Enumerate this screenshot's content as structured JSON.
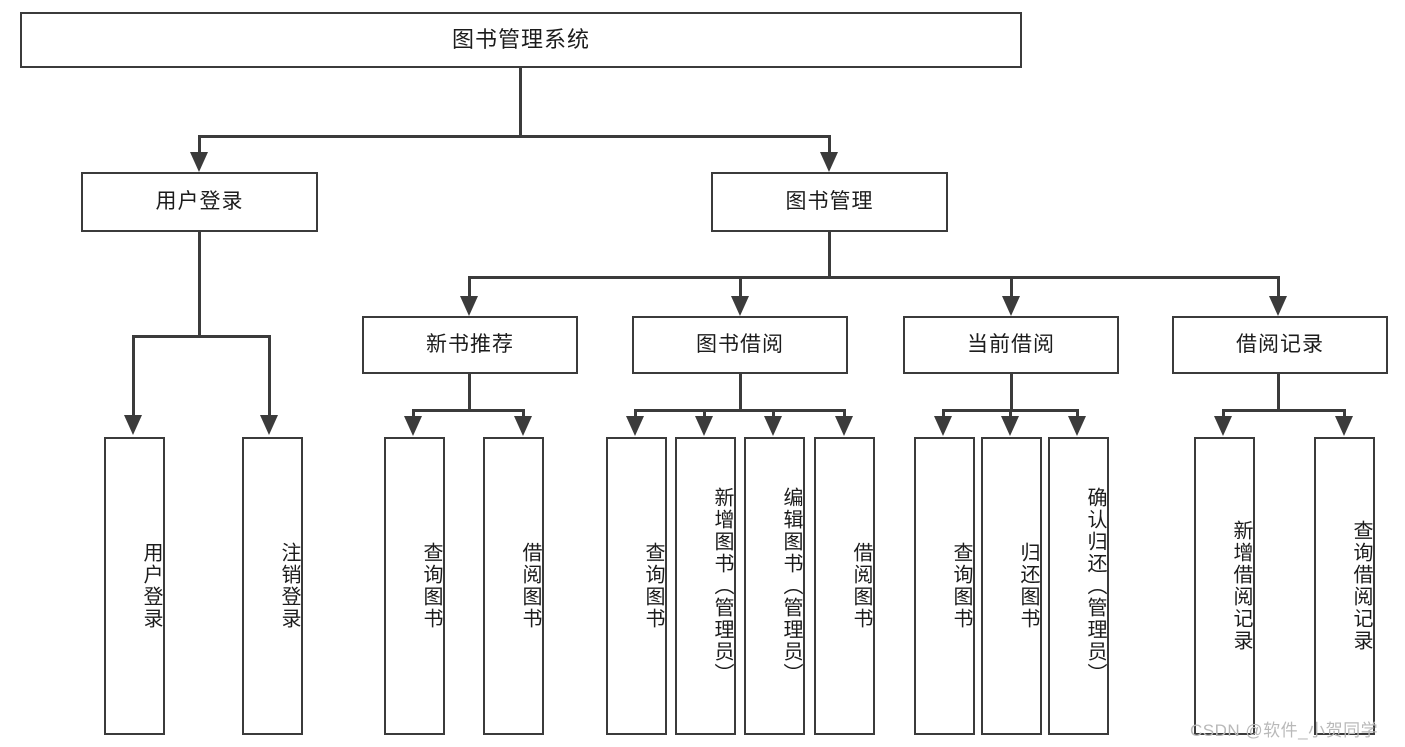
{
  "diagram": {
    "title": "图书管理系统",
    "type": "tree-hierarchy-chart",
    "root": {
      "label": "图书管理系统"
    },
    "level2": [
      {
        "label": "用户登录"
      },
      {
        "label": "图书管理"
      }
    ],
    "level3": [
      {
        "label": "新书推荐"
      },
      {
        "label": "图书借阅"
      },
      {
        "label": "当前借阅"
      },
      {
        "label": "借阅记录"
      }
    ],
    "leaves": {
      "user_login": [
        {
          "label": "用户登录"
        },
        {
          "label": "注销登录"
        }
      ],
      "new_book_recommend": [
        {
          "label": "查询图书"
        },
        {
          "label": "借阅图书"
        }
      ],
      "book_borrow": [
        {
          "label": "查询图书"
        },
        {
          "label": "新增图书（管理员）"
        },
        {
          "label": "编辑图书（管理员）"
        },
        {
          "label": "借阅图书"
        }
      ],
      "current_borrow": [
        {
          "label": "查询图书"
        },
        {
          "label": "归还图书"
        },
        {
          "label": "确认归还（管理员）"
        }
      ],
      "borrow_record": [
        {
          "label": "新增借阅记录"
        },
        {
          "label": "查询借阅记录"
        }
      ]
    }
  },
  "watermark": {
    "text": "CSDN @软件_小贺同学"
  },
  "colors": {
    "stroke": "#3b3b3b",
    "text": "#1c1c1c",
    "background": "#ffffff",
    "watermark": "#b9b9b9"
  }
}
